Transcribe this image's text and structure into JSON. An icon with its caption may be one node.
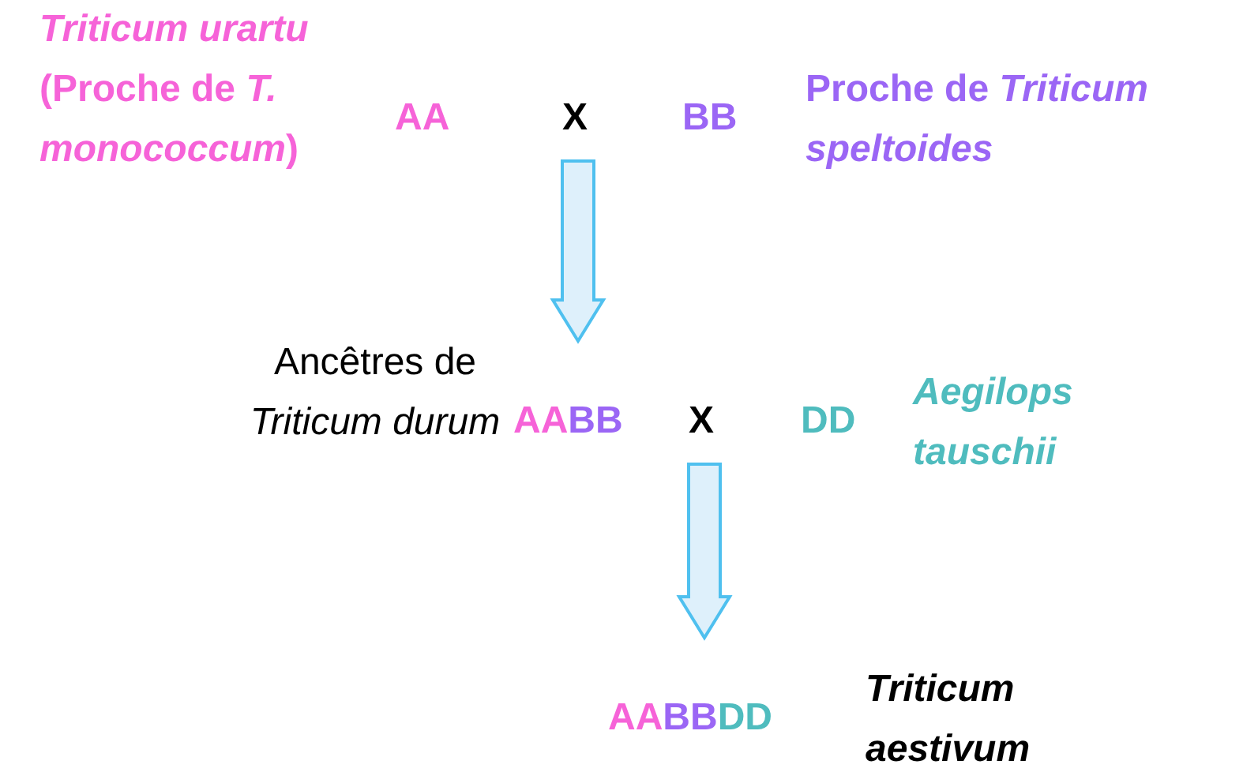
{
  "diagram": {
    "nodes": [
      {
        "text": [
          "AA"
        ],
        "beside": [
          "*Triticum urartu* (Proche de *T. monococcum*)"
        ]
      },
      {
        "text": [
          "X"
        ]
      },
      {
        "text": [
          "BB"
        ],
        "beside": [
          "Proche de *Triticum speltoides*"
        ]
      },
      {
        "text": [
          "AABB"
        ],
        "beside": [
          "Ancêtres de *Triticum durum*"
        ]
      },
      {
        "text": [
          "X"
        ]
      },
      {
        "text": [
          "DD"
        ],
        "beside": [
          "Aegilops tauschii"
        ]
      },
      {
        "text": [
          "AABBDD"
        ],
        "beside": [
          "Triticum aestivum"
        ]
      }
    ],
    "edges": [
      {
        "from": 1,
        "to": 3,
        "arrow": "to"
      },
      {
        "from": 4,
        "to": 6,
        "arrow": "to"
      }
    ]
  }
}
